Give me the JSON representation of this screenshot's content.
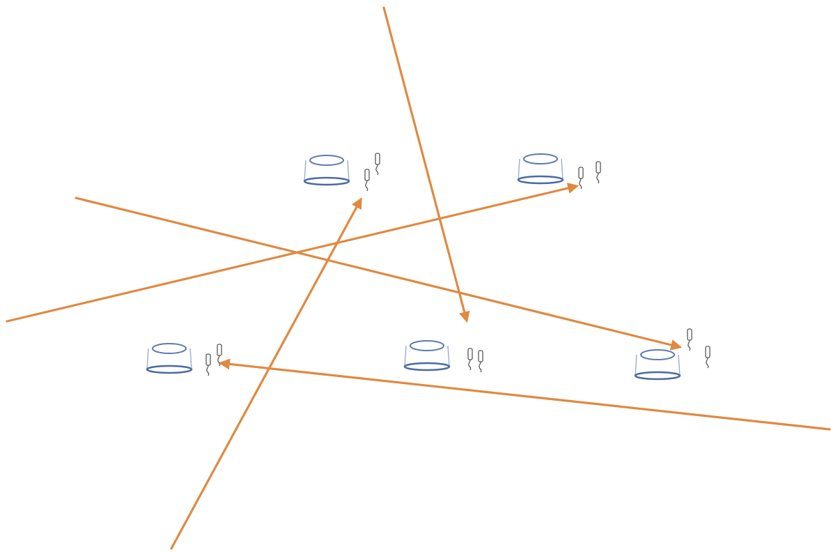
{
  "colors": {
    "arrow": "#e0893f",
    "bowl_stroke": "#5b7bb0",
    "probe_stroke": "#555555",
    "background": "#ffffff"
  },
  "nodes": [
    {
      "id": "node-1",
      "icons": [
        "bowl-icon",
        "probe-icon",
        "probe-icon"
      ]
    },
    {
      "id": "node-2",
      "icons": [
        "bowl-icon",
        "probe-icon",
        "probe-icon"
      ]
    },
    {
      "id": "node-3",
      "icons": [
        "bowl-icon",
        "probe-icon",
        "probe-icon"
      ]
    },
    {
      "id": "node-4",
      "icons": [
        "bowl-icon",
        "probe-icon",
        "probe-icon"
      ]
    },
    {
      "id": "node-5",
      "icons": [
        "bowl-icon",
        "probe-icon",
        "probe-icon"
      ]
    }
  ],
  "arrows": [
    {
      "id": "arrow-1",
      "from": "edge-bottom",
      "to": "node-1"
    },
    {
      "id": "arrow-2",
      "from": "edge-top",
      "to": "node-4"
    },
    {
      "id": "arrow-3",
      "from": "edge-left",
      "to": "node-2"
    },
    {
      "id": "arrow-4",
      "from": "edge-left",
      "to": "node-5"
    },
    {
      "id": "arrow-5",
      "from": "edge-right",
      "to": "node-3"
    }
  ]
}
